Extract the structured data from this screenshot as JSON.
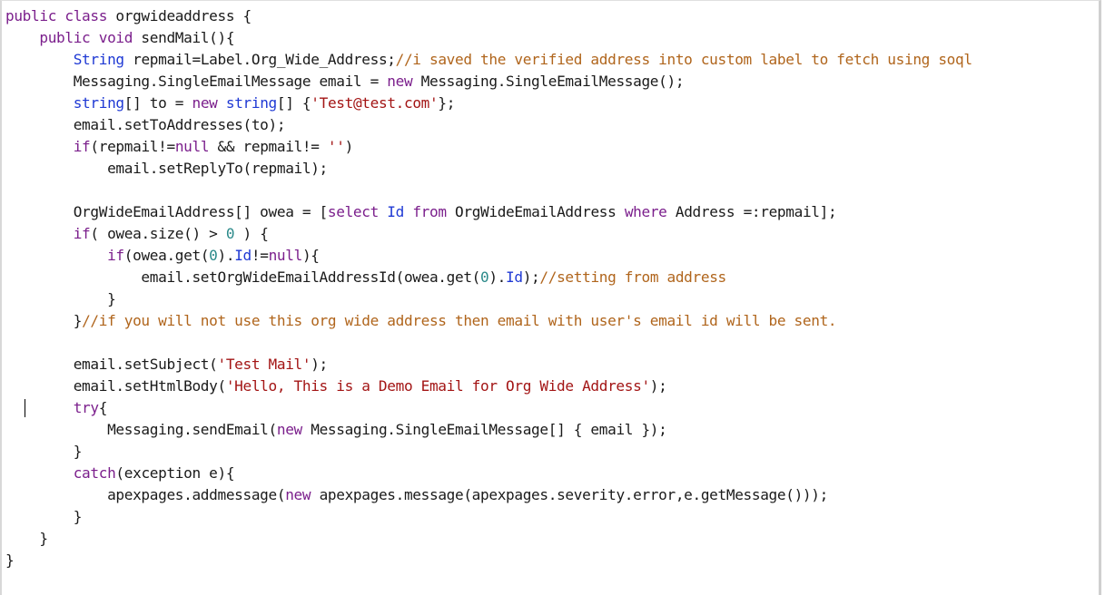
{
  "editor": {
    "language": "Apex",
    "colors": {
      "keyword": "#7b1f8c",
      "type": "#1f39d4",
      "string": "#a31515",
      "comment": "#b0651c",
      "number": "#2b8a8a",
      "text": "#1a1a1a"
    },
    "lines": [
      [
        {
          "t": "kw",
          "v": "public class"
        },
        {
          "t": "tx",
          "v": " orgwideaddress {"
        }
      ],
      [
        {
          "t": "tx",
          "v": "    "
        },
        {
          "t": "kw",
          "v": "public void"
        },
        {
          "t": "tx",
          "v": " sendMail(){"
        }
      ],
      [
        {
          "t": "tx",
          "v": "        "
        },
        {
          "t": "ty",
          "v": "String"
        },
        {
          "t": "tx",
          "v": " repmail=Label.Org_Wide_Address;"
        },
        {
          "t": "cm",
          "v": "//i saved the verified address into custom label to fetch using soql"
        }
      ],
      [
        {
          "t": "tx",
          "v": "        Messaging.SingleEmailMessage email = "
        },
        {
          "t": "kw",
          "v": "new"
        },
        {
          "t": "tx",
          "v": " Messaging.SingleEmailMessage();"
        }
      ],
      [
        {
          "t": "tx",
          "v": "        "
        },
        {
          "t": "ty",
          "v": "string"
        },
        {
          "t": "tx",
          "v": "[] to = "
        },
        {
          "t": "kw",
          "v": "new"
        },
        {
          "t": "tx",
          "v": " "
        },
        {
          "t": "ty",
          "v": "string"
        },
        {
          "t": "tx",
          "v": "[] {"
        },
        {
          "t": "str",
          "v": "'Test@test.com'"
        },
        {
          "t": "tx",
          "v": "};"
        }
      ],
      [
        {
          "t": "tx",
          "v": "        email.setToAddresses(to);"
        }
      ],
      [
        {
          "t": "tx",
          "v": "        "
        },
        {
          "t": "kw",
          "v": "if"
        },
        {
          "t": "tx",
          "v": "(repmail!="
        },
        {
          "t": "kw",
          "v": "null"
        },
        {
          "t": "tx",
          "v": " && repmail!= "
        },
        {
          "t": "str",
          "v": "''"
        },
        {
          "t": "tx",
          "v": ")"
        }
      ],
      [
        {
          "t": "tx",
          "v": "            email.setReplyTo(repmail);"
        }
      ],
      [
        {
          "t": "tx",
          "v": ""
        }
      ],
      [
        {
          "t": "tx",
          "v": "        OrgWideEmailAddress[] owea = ["
        },
        {
          "t": "kw",
          "v": "select"
        },
        {
          "t": "tx",
          "v": " "
        },
        {
          "t": "ty",
          "v": "Id"
        },
        {
          "t": "tx",
          "v": " "
        },
        {
          "t": "kw",
          "v": "from"
        },
        {
          "t": "tx",
          "v": " OrgWideEmailAddress "
        },
        {
          "t": "kw",
          "v": "where"
        },
        {
          "t": "tx",
          "v": " Address =:repmail];"
        }
      ],
      [
        {
          "t": "tx",
          "v": "        "
        },
        {
          "t": "kw",
          "v": "if"
        },
        {
          "t": "tx",
          "v": "( owea.size() > "
        },
        {
          "t": "num",
          "v": "0"
        },
        {
          "t": "tx",
          "v": " ) {"
        }
      ],
      [
        {
          "t": "tx",
          "v": "            "
        },
        {
          "t": "kw",
          "v": "if"
        },
        {
          "t": "tx",
          "v": "(owea.get("
        },
        {
          "t": "num",
          "v": "0"
        },
        {
          "t": "tx",
          "v": ")."
        },
        {
          "t": "ty",
          "v": "Id"
        },
        {
          "t": "tx",
          "v": "!="
        },
        {
          "t": "kw",
          "v": "null"
        },
        {
          "t": "tx",
          "v": "){"
        }
      ],
      [
        {
          "t": "tx",
          "v": "                email.setOrgWideEmailAddressId(owea.get("
        },
        {
          "t": "num",
          "v": "0"
        },
        {
          "t": "tx",
          "v": ")."
        },
        {
          "t": "ty",
          "v": "Id"
        },
        {
          "t": "tx",
          "v": ");"
        },
        {
          "t": "cm",
          "v": "//setting from address"
        }
      ],
      [
        {
          "t": "tx",
          "v": "            }"
        }
      ],
      [
        {
          "t": "tx",
          "v": "        }"
        },
        {
          "t": "cm",
          "v": "//if you will not use this org wide address then email with user's email id will be sent."
        }
      ],
      [
        {
          "t": "tx",
          "v": ""
        }
      ],
      [
        {
          "t": "tx",
          "v": "        email.setSubject("
        },
        {
          "t": "str",
          "v": "'Test Mail'"
        },
        {
          "t": "tx",
          "v": ");"
        }
      ],
      [
        {
          "t": "tx",
          "v": "        email.setHtmlBody("
        },
        {
          "t": "str",
          "v": "'Hello, This is a Demo Email for Org Wide Address'"
        },
        {
          "t": "tx",
          "v": ");"
        }
      ],
      [
        {
          "t": "tx",
          "v": "        "
        },
        {
          "t": "kw",
          "v": "try"
        },
        {
          "t": "tx",
          "v": "{"
        }
      ],
      [
        {
          "t": "tx",
          "v": "            Messaging.sendEmail("
        },
        {
          "t": "kw",
          "v": "new"
        },
        {
          "t": "tx",
          "v": " Messaging.SingleEmailMessage[] { email });"
        }
      ],
      [
        {
          "t": "tx",
          "v": "        }"
        }
      ],
      [
        {
          "t": "tx",
          "v": "        "
        },
        {
          "t": "kw",
          "v": "catch"
        },
        {
          "t": "tx",
          "v": "(exception e){"
        }
      ],
      [
        {
          "t": "tx",
          "v": "            apexpages.addmessage("
        },
        {
          "t": "kw",
          "v": "new"
        },
        {
          "t": "tx",
          "v": " apexpages.message(apexpages.severity.error,e.getMessage()));"
        }
      ],
      [
        {
          "t": "tx",
          "v": "        }"
        }
      ],
      [
        {
          "t": "tx",
          "v": "    }"
        }
      ],
      [
        {
          "t": "tx",
          "v": "}"
        }
      ]
    ],
    "caret": {
      "line": 19,
      "column": 0
    }
  }
}
